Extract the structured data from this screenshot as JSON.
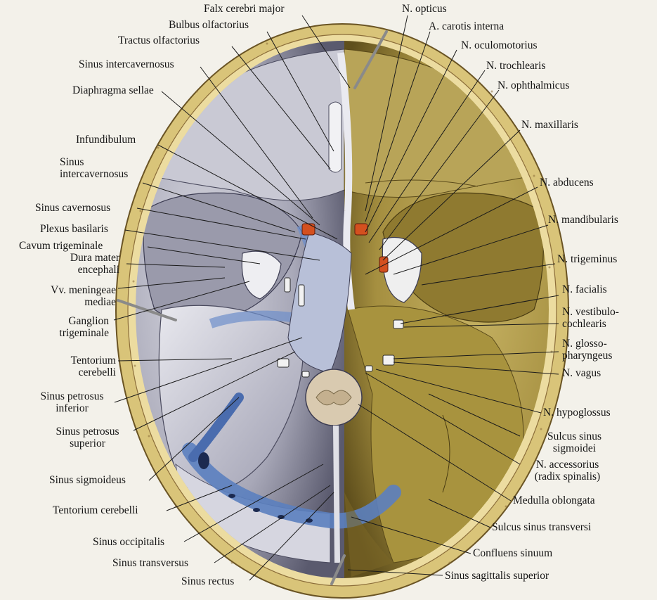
{
  "figure": {
    "labels": [
      {
        "id": "falx-cerebri-major",
        "text": "Falx cerebri major"
      },
      {
        "id": "bulbus-olfactorius",
        "text": "Bulbus olfactorius"
      },
      {
        "id": "tractus-olfactorius",
        "text": "Tractus olfactorius"
      },
      {
        "id": "sinus-intercavernosus-top",
        "text": "Sinus intercavernosus"
      },
      {
        "id": "diaphragma-sellae",
        "text": "Diaphragma sellae"
      },
      {
        "id": "infundibulum",
        "text": "Infundibulum"
      },
      {
        "id": "sinus-intercavernosus-2",
        "text": "Sinus\nintercavernosus"
      },
      {
        "id": "sinus-cavernosus",
        "text": "Sinus cavernosus"
      },
      {
        "id": "plexus-basilaris",
        "text": "Plexus basilaris"
      },
      {
        "id": "cavum-trigeminale",
        "text": "Cavum trigeminale"
      },
      {
        "id": "dura-mater-encephali",
        "text": "Dura mater\nencephali"
      },
      {
        "id": "vv-meningeae-mediae",
        "text": "Vv. meningeae\nmediae"
      },
      {
        "id": "ganglion-trigeminale",
        "text": "Ganglion\ntrigeminale"
      },
      {
        "id": "tentorium-cerebelli-left",
        "text": "Tentorium\ncerebelli"
      },
      {
        "id": "sinus-petrosus-inferior",
        "text": "Sinus petrosus\ninferior"
      },
      {
        "id": "sinus-petrosus-superior",
        "text": "Sinus petrosus\nsuperior"
      },
      {
        "id": "sinus-sigmoideus",
        "text": "Sinus sigmoideus"
      },
      {
        "id": "tentorium-cerebelli-bottom",
        "text": "Tentorium cerebelli"
      },
      {
        "id": "sinus-occipitalis",
        "text": "Sinus occipitalis"
      },
      {
        "id": "sinus-transversus",
        "text": "Sinus transversus"
      },
      {
        "id": "sinus-rectus",
        "text": "Sinus rectus"
      },
      {
        "id": "n-opticus",
        "text": "N. opticus"
      },
      {
        "id": "a-carotis-interna",
        "text": "A. carotis interna"
      },
      {
        "id": "n-oculomotorius",
        "text": "N. oculomotorius"
      },
      {
        "id": "n-trochlearis",
        "text": "N. trochlearis"
      },
      {
        "id": "n-ophthalmicus",
        "text": "N. ophthalmicus"
      },
      {
        "id": "n-maxillaris",
        "text": "N. maxillaris"
      },
      {
        "id": "n-abducens",
        "text": "N. abducens"
      },
      {
        "id": "n-mandibularis",
        "text": "N. mandibularis"
      },
      {
        "id": "n-trigeminus",
        "text": "N. trigeminus"
      },
      {
        "id": "n-facialis",
        "text": "N. facialis"
      },
      {
        "id": "n-vestibulocochlearis",
        "text": "N. vestibulo-\ncochlearis"
      },
      {
        "id": "n-glossopharyngeus",
        "text": "N. glosso-\npharyngeus"
      },
      {
        "id": "n-vagus",
        "text": "N. vagus"
      },
      {
        "id": "n-hypoglossus",
        "text": "N. hypoglossus"
      },
      {
        "id": "sulcus-sinus-sigmoidei",
        "text": "Sulcus sinus\nsigmoidei"
      },
      {
        "id": "n-accessorius",
        "text": "N. accessorius\n(radix spinalis)"
      },
      {
        "id": "medulla-oblongata",
        "text": "Medulla oblongata"
      },
      {
        "id": "sulcus-sinus-transversi",
        "text": "Sulcus sinus transversi"
      },
      {
        "id": "confluens-sinuum",
        "text": "Confluens sinuum"
      },
      {
        "id": "sinus-sagittalis-superior",
        "text": "Sinus sagittalis superior"
      }
    ],
    "colors": {
      "background": "#f3f1ea",
      "bone_rim": "#e2cf83",
      "bone_rim_dots": "#8c6e3a",
      "dura_left": "#bcbcc8",
      "dura_shadow": "#4a4a5e",
      "fossa_right": "#b5a052",
      "fossa_right_dark": "#6c5a22",
      "sinus_blue": "#5b7fbf",
      "artery_red": "#d4501f",
      "medulla": "#d9cab0",
      "leader": "#1a1a1a"
    }
  }
}
